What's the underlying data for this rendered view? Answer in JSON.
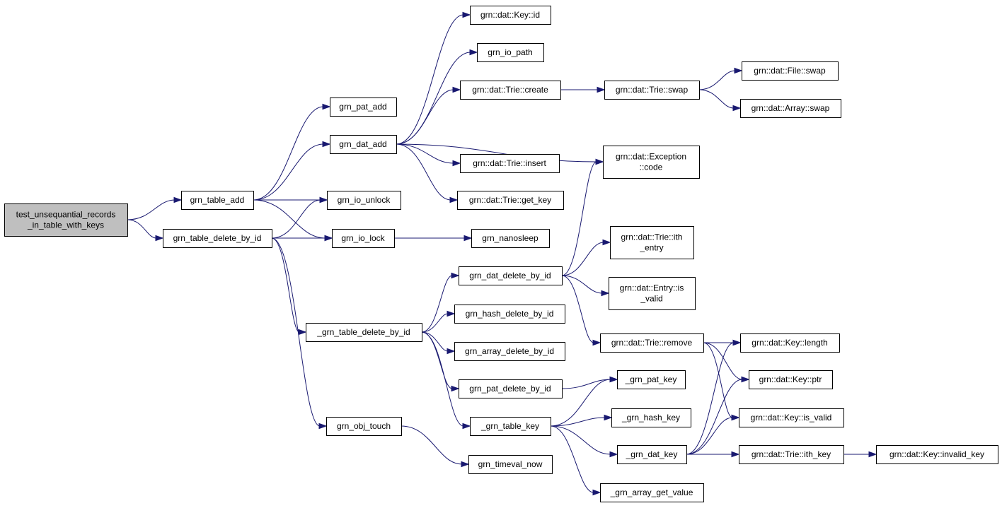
{
  "nodes": [
    {
      "id": "root",
      "lines": [
        "test_unsequantial_records",
        "_in_table_with_keys"
      ]
    },
    {
      "id": "table_add",
      "lines": [
        "grn_table_add"
      ]
    },
    {
      "id": "table_delete_by_id",
      "lines": [
        "grn_table_delete_by_id"
      ]
    },
    {
      "id": "pat_add",
      "lines": [
        "grn_pat_add"
      ]
    },
    {
      "id": "dat_add",
      "lines": [
        "grn_dat_add"
      ]
    },
    {
      "id": "io_unlock",
      "lines": [
        "grn_io_unlock"
      ]
    },
    {
      "id": "io_lock",
      "lines": [
        "grn_io_lock"
      ]
    },
    {
      "id": "_table_delete_by_id",
      "lines": [
        "_grn_table_delete_by_id"
      ]
    },
    {
      "id": "obj_touch",
      "lines": [
        "grn_obj_touch"
      ]
    },
    {
      "id": "key_id",
      "lines": [
        "grn::dat::Key::id"
      ]
    },
    {
      "id": "io_path",
      "lines": [
        "grn_io_path"
      ]
    },
    {
      "id": "trie_create",
      "lines": [
        "grn::dat::Trie::create"
      ]
    },
    {
      "id": "trie_insert",
      "lines": [
        "grn::dat::Trie::insert"
      ]
    },
    {
      "id": "trie_get_key",
      "lines": [
        "grn::dat::Trie::get_key"
      ]
    },
    {
      "id": "nanosleep",
      "lines": [
        "grn_nanosleep"
      ]
    },
    {
      "id": "dat_delete_by_id",
      "lines": [
        "grn_dat_delete_by_id"
      ]
    },
    {
      "id": "hash_delete_by_id",
      "lines": [
        "grn_hash_delete_by_id"
      ]
    },
    {
      "id": "array_delete_by_id",
      "lines": [
        "grn_array_delete_by_id"
      ]
    },
    {
      "id": "pat_delete_by_id",
      "lines": [
        "grn_pat_delete_by_id"
      ]
    },
    {
      "id": "_table_key",
      "lines": [
        "_grn_table_key"
      ]
    },
    {
      "id": "timeval_now",
      "lines": [
        "grn_timeval_now"
      ]
    },
    {
      "id": "trie_swap",
      "lines": [
        "grn::dat::Trie::swap"
      ]
    },
    {
      "id": "exception_code",
      "lines": [
        "grn::dat::Exception",
        "::code"
      ]
    },
    {
      "id": "trie_ith_entry",
      "lines": [
        "grn::dat::Trie::ith",
        "_entry"
      ]
    },
    {
      "id": "entry_is_valid",
      "lines": [
        "grn::dat::Entry::is",
        "_valid"
      ]
    },
    {
      "id": "trie_remove",
      "lines": [
        "grn::dat::Trie::remove"
      ]
    },
    {
      "id": "_pat_key",
      "lines": [
        "_grn_pat_key"
      ]
    },
    {
      "id": "_hash_key",
      "lines": [
        "_grn_hash_key"
      ]
    },
    {
      "id": "_dat_key",
      "lines": [
        "_grn_dat_key"
      ]
    },
    {
      "id": "_array_get_value",
      "lines": [
        "_grn_array_get_value"
      ]
    },
    {
      "id": "file_swap",
      "lines": [
        "grn::dat::File::swap"
      ]
    },
    {
      "id": "array_swap",
      "lines": [
        "grn::dat::Array::swap"
      ]
    },
    {
      "id": "key_length",
      "lines": [
        "grn::dat::Key::length"
      ]
    },
    {
      "id": "key_ptr",
      "lines": [
        "grn::dat::Key::ptr"
      ]
    },
    {
      "id": "key_is_valid",
      "lines": [
        "grn::dat::Key::is_valid"
      ]
    },
    {
      "id": "trie_ith_key",
      "lines": [
        "grn::dat::Trie::ith_key"
      ]
    },
    {
      "id": "key_invalid_key",
      "lines": [
        "grn::dat::Key::invalid_key"
      ]
    }
  ],
  "edges": [
    [
      "root",
      "table_add"
    ],
    [
      "root",
      "table_delete_by_id"
    ],
    [
      "table_add",
      "pat_add"
    ],
    [
      "table_add",
      "dat_add"
    ],
    [
      "table_add",
      "io_unlock"
    ],
    [
      "table_add",
      "io_lock"
    ],
    [
      "table_delete_by_id",
      "io_unlock"
    ],
    [
      "table_delete_by_id",
      "io_lock"
    ],
    [
      "table_delete_by_id",
      "_table_delete_by_id"
    ],
    [
      "table_delete_by_id",
      "obj_touch"
    ],
    [
      "dat_add",
      "key_id"
    ],
    [
      "dat_add",
      "io_path"
    ],
    [
      "dat_add",
      "trie_create"
    ],
    [
      "dat_add",
      "exception_code"
    ],
    [
      "dat_add",
      "trie_insert"
    ],
    [
      "dat_add",
      "trie_get_key"
    ],
    [
      "trie_create",
      "trie_swap"
    ],
    [
      "trie_swap",
      "file_swap"
    ],
    [
      "trie_swap",
      "array_swap"
    ],
    [
      "io_lock",
      "nanosleep"
    ],
    [
      "_table_delete_by_id",
      "dat_delete_by_id"
    ],
    [
      "_table_delete_by_id",
      "hash_delete_by_id"
    ],
    [
      "_table_delete_by_id",
      "array_delete_by_id"
    ],
    [
      "_table_delete_by_id",
      "pat_delete_by_id"
    ],
    [
      "_table_delete_by_id",
      "_table_key"
    ],
    [
      "dat_delete_by_id",
      "exception_code"
    ],
    [
      "dat_delete_by_id",
      "trie_ith_entry"
    ],
    [
      "dat_delete_by_id",
      "entry_is_valid"
    ],
    [
      "dat_delete_by_id",
      "trie_remove"
    ],
    [
      "trie_remove",
      "key_length"
    ],
    [
      "trie_remove",
      "key_ptr"
    ],
    [
      "trie_remove",
      "key_is_valid"
    ],
    [
      "pat_delete_by_id",
      "_pat_key"
    ],
    [
      "_table_key",
      "_pat_key"
    ],
    [
      "_table_key",
      "_hash_key"
    ],
    [
      "_table_key",
      "_dat_key"
    ],
    [
      "_table_key",
      "_array_get_value"
    ],
    [
      "_dat_key",
      "key_length"
    ],
    [
      "_dat_key",
      "key_ptr"
    ],
    [
      "_dat_key",
      "key_is_valid"
    ],
    [
      "_dat_key",
      "trie_ith_key"
    ],
    [
      "trie_ith_key",
      "key_invalid_key"
    ],
    [
      "obj_touch",
      "timeval_now"
    ]
  ]
}
